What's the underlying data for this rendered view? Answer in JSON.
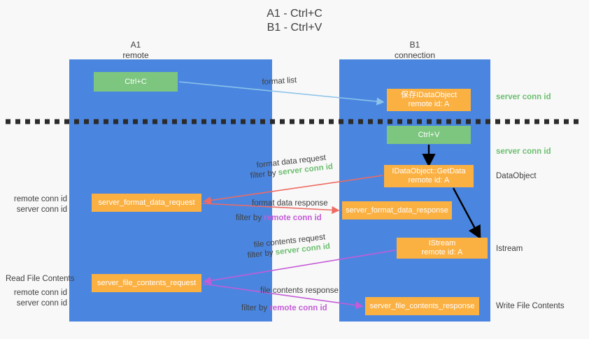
{
  "title": {
    "line1": "A1 - Ctrl+C",
    "line2": "B1 - Ctrl+V"
  },
  "columns": [
    {
      "id": "A1",
      "name": "A1",
      "sub": "remote",
      "color": "#4a86e0"
    },
    {
      "id": "B1",
      "name": "B1",
      "sub": "connection",
      "color": "#4a86e0"
    }
  ],
  "colors": {
    "column": "#4a86e0",
    "green_node": "#7dc67f",
    "orange_node": "#fbb042",
    "server_conn": "#6cbf6f",
    "remote_conn": "#c45cd8",
    "arrow_blue": "#8cc3ea",
    "arrow_red": "#ef6a62",
    "arrow_magenta": "#c45cd8",
    "arrow_black": "#000000",
    "divider": "#2b2b2b"
  },
  "nodes": {
    "ctrl_c": {
      "label": "Ctrl+C",
      "type": "green"
    },
    "idataobject": {
      "line1": "保存IDataObject",
      "line2": "remote id: A",
      "type": "orange"
    },
    "ctrl_v": {
      "label": "Ctrl+V",
      "type": "green"
    },
    "getdata": {
      "line1": "IDataObject::GetData",
      "line2": "remote id: A",
      "type": "orange"
    },
    "istream": {
      "line1": "IStream",
      "line2": "remote id: A",
      "type": "orange"
    },
    "format_data_request": {
      "label": "server_format_data_request",
      "type": "orange"
    },
    "format_data_response": {
      "label": "server_format_data_response",
      "type": "orange"
    },
    "file_contents_request": {
      "label": "server_file_contents_request",
      "type": "orange"
    },
    "file_contents_response": {
      "label": "server_file_contents_response",
      "type": "orange"
    }
  },
  "side_labels": {
    "right": [
      {
        "text": "server conn id",
        "style": "green"
      },
      {
        "text": "server conn id",
        "style": "green"
      },
      {
        "text": "DataObject",
        "style": "plain"
      },
      {
        "text": "Istream",
        "style": "plain"
      },
      {
        "text": "Write File Contents",
        "style": "plain"
      }
    ],
    "left": [
      {
        "text_remote": "remote conn id",
        "text_server": "server conn id"
      },
      {
        "text": "Read File Contents"
      },
      {
        "text_remote": "remote conn id",
        "text_server": "server conn id"
      }
    ]
  },
  "edges": {
    "format_list": {
      "label": "format list"
    },
    "format_data_request": {
      "line1": "format data request",
      "line2_prefix": "filter by ",
      "line2_key": "server conn id"
    },
    "format_data_response": {
      "line1": "format data response",
      "line2_prefix": "filter by ",
      "line2_key": "remote conn id"
    },
    "file_contents_request": {
      "line1": "file contents request",
      "line2_prefix": "filter by ",
      "line2_key": "server conn id"
    },
    "file_contents_response": {
      "line1": "file contents response",
      "line2_prefix": "filter by ",
      "line2_key": "remote conn id"
    }
  }
}
